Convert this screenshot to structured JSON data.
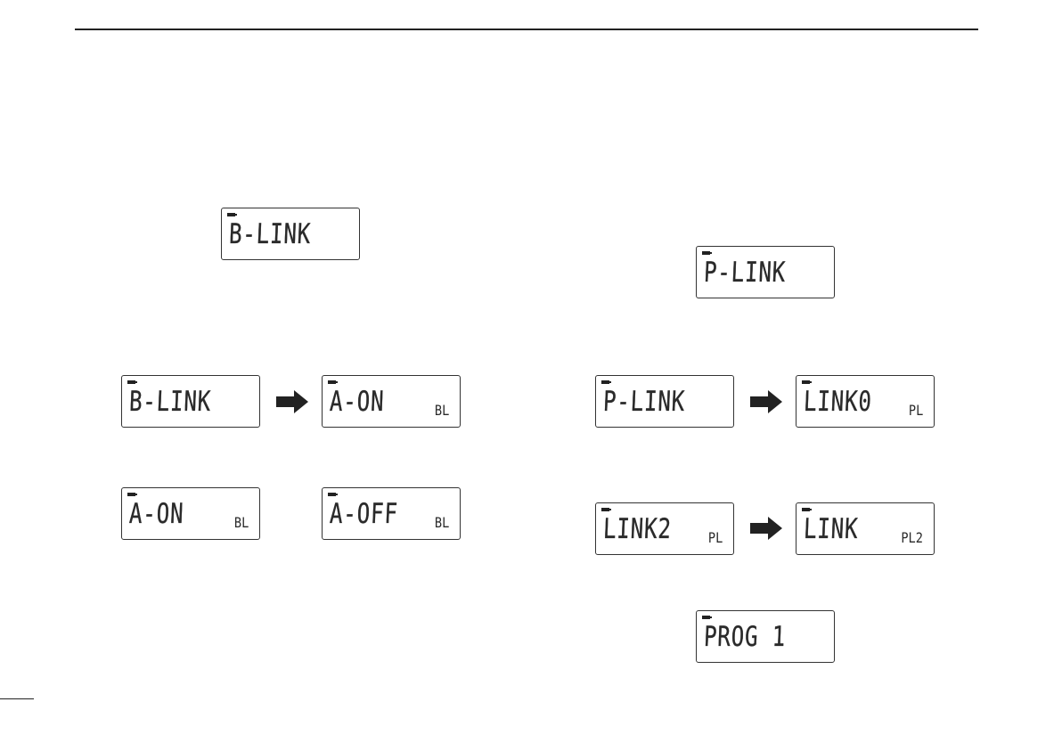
{
  "displays": {
    "d1": {
      "main": "B-LINK",
      "sub": ""
    },
    "d2": {
      "main": "B-LINK",
      "sub": ""
    },
    "d3": {
      "main": "A-ON",
      "sub": "BL"
    },
    "d4": {
      "main": "A-ON",
      "sub": "BL"
    },
    "d5": {
      "main": "A-OFF",
      "sub": "BL"
    },
    "d6": {
      "main": "P-LINK",
      "sub": ""
    },
    "d7": {
      "main": "P-LINK",
      "sub": ""
    },
    "d8": {
      "main": "LINK0",
      "sub": "PL"
    },
    "d9": {
      "main": "LINK2",
      "sub": "PL"
    },
    "d10": {
      "main": "LINK",
      "sub": "PL2"
    },
    "d11": {
      "main": "PROG 1",
      "sub": ""
    }
  },
  "icons": {
    "arrow": "right-arrow-icon",
    "battery": "battery-icon"
  },
  "colors": {
    "ink": "#222222",
    "background": "#ffffff"
  }
}
